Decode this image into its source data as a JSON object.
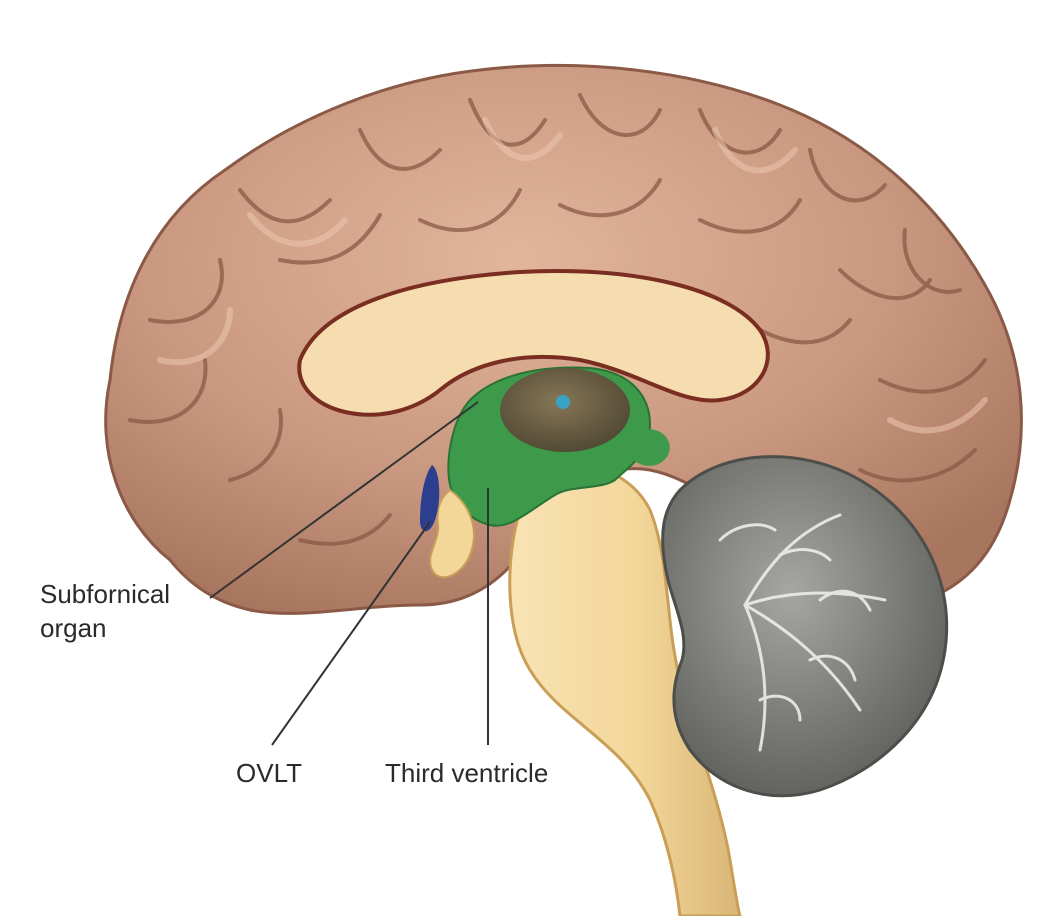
{
  "labels": {
    "subfornical_line1": "Subfornical",
    "subfornical_line2": "organ",
    "ovlt": "OVLT",
    "third_ventricle": "Third ventricle"
  },
  "colors": {
    "cortex": "#c9977f",
    "cortex_shadow": "#a8755f",
    "cortex_highlight": "#e6bfa8",
    "sulcus": "#8a5a47",
    "corpus_callosum": "#f6ddb0",
    "brainstem": "#f3d79a",
    "ventricle": "#3d9a4a",
    "thalamus": "#6f5a45",
    "cerebellum": "#8e8e8a",
    "cerebellum_dark": "#5d5d5a",
    "pointer_line": "#333333",
    "text": "#2a2a2a"
  }
}
